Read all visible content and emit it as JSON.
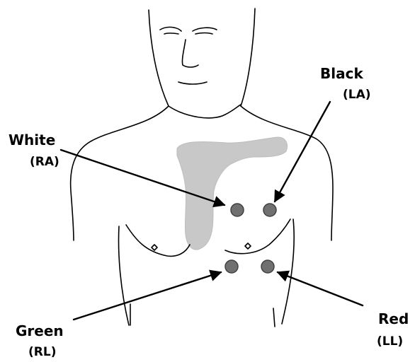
{
  "labels": {
    "la": {
      "color_name": "Black",
      "code": "(LA)"
    },
    "ra": {
      "color_name": "White",
      "code": "(RA)"
    },
    "rl": {
      "color_name": "Green",
      "code": "(RL)"
    },
    "ll": {
      "color_name": "Red",
      "code": "(LL)"
    }
  },
  "colors": {
    "electrode": "#707070",
    "electrode_border": "#404040",
    "heart_shading": "#c8c8c8",
    "outline": "#000000"
  }
}
